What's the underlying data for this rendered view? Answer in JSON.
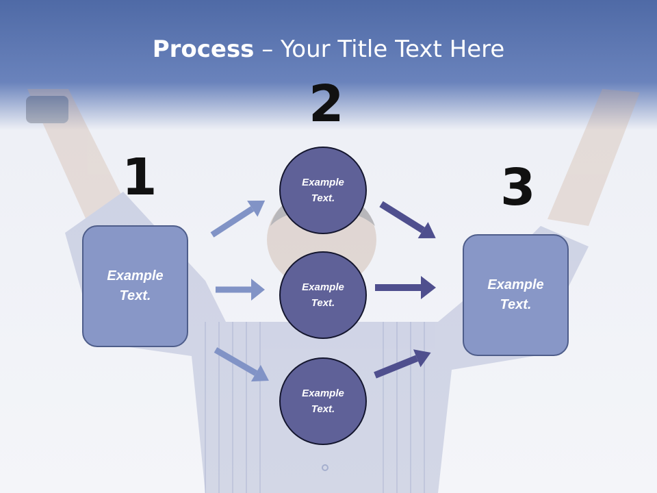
{
  "title": {
    "bold": "Process",
    "rest": " – Your Title Text Here"
  },
  "steps": {
    "one": "1",
    "two": "2",
    "three": "3"
  },
  "left_box": {
    "text": "Example\nText."
  },
  "right_box": {
    "text": "Example\nText."
  },
  "circles": [
    {
      "text": "Example\nText."
    },
    {
      "text": "Example\nText."
    },
    {
      "text": "Example\nText."
    }
  ],
  "colors": {
    "header": "#5a72ad",
    "box_fill": "#8897c7",
    "circle_fill": "#5f6198",
    "arrow_light": "#8193c6",
    "arrow_dark": "#4f4f8e"
  }
}
